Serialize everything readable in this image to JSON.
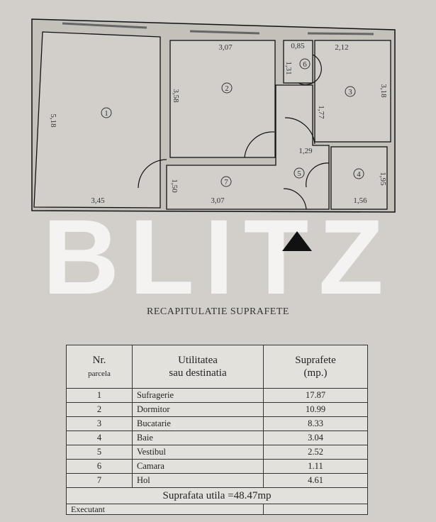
{
  "plan": {
    "dimensions": {
      "r1_height": "5,18",
      "r1_width": "3,45",
      "r2_width": "3,07",
      "r2_height": "3,58",
      "r6_width": "0,85",
      "r6_height": "1,31",
      "r3_width": "2,12",
      "r3_height": "3,18",
      "v_height": "1,77",
      "v_width": "1,29",
      "r7_height": "1,50",
      "r7_width": "3,07",
      "r4_height": "1,95",
      "r4_width": "1,56"
    },
    "room_numbers": [
      "1",
      "2",
      "3",
      "4",
      "5",
      "6",
      "7"
    ]
  },
  "watermark": "BLITZ",
  "north_arrow": "triangle-north-icon",
  "title": "RECAPITULATIE SUPRAFETE",
  "table": {
    "headers": {
      "nr": "Nr.",
      "nr_sub": "parcela",
      "util": "Utilitatea",
      "util_sub": "sau destinatia",
      "supr": "Suprafete",
      "supr_sub": "(mp.)"
    },
    "rows": [
      {
        "nr": "1",
        "name": "Sufragerie",
        "area": "17.87"
      },
      {
        "nr": "2",
        "name": "Dormitor",
        "area": "10.99"
      },
      {
        "nr": "3",
        "name": "Bucatarie",
        "area": "8.33"
      },
      {
        "nr": "4",
        "name": "Baie",
        "area": "3.04"
      },
      {
        "nr": "5",
        "name": "Vestibul",
        "area": "2.52"
      },
      {
        "nr": "6",
        "name": "Camara",
        "area": "1.11"
      },
      {
        "nr": "7",
        "name": "Hol",
        "area": "4.61"
      }
    ],
    "total": "Suprafata utila =48.47mp",
    "footer": "Executant"
  }
}
